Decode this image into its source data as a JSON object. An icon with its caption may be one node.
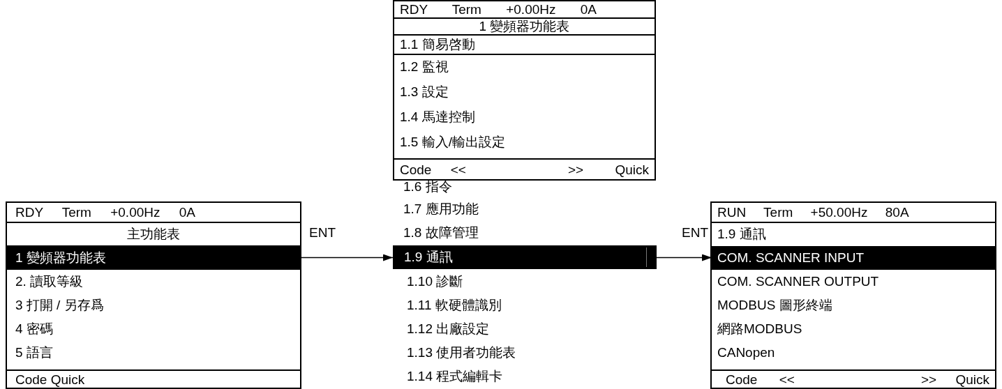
{
  "diagram": {
    "nodes": [
      {
        "text": [
          "RDY Term +0.00Hz 0A",
          "主功能表",
          "2. 讀取等級",
          "3 打開 / 另存爲",
          "4 密碼",
          "5 語言",
          "Code Quick"
        ]
      },
      {
        "text": [
          "1 變頻器功能表"
        ],
        "in": 0
      },
      {
        "text": [
          "RDY Term +0.00Hz 0A",
          "1 變頻器功能表",
          "1.1 簡易啓動",
          "1.2 監視",
          "1.3 設定",
          "1.4 馬達控制",
          "1.5 輸入/輸出設定",
          "Code <<",
          ">> Quick"
        ]
      },
      {
        "text": [
          "1.9 通訊"
        ]
      },
      {
        "text": [
          "RUN Term +50.00Hz 80A",
          "1.9 通訊",
          "COM. SCANNER OUTPUT",
          "MODBUS 圖形終端",
          "網路MODBUS",
          "CANopen",
          "Code <<",
          ">> Quick"
        ]
      },
      {
        "text": [
          "COM. SCANNER INPUT"
        ],
        "in": 4
      }
    ],
    "edges": [
      {
        "from": 1,
        "to": 3,
        "arrow": "to",
        "label": "ENT"
      },
      {
        "from": 3,
        "to": 5,
        "arrow": "to",
        "label": "ENT"
      }
    ],
    "labels": [
      "1.6 指令",
      "1.7 應用功能",
      "1.8 故障管理",
      "1.10 診斷",
      "1.11 軟硬體識別",
      "1.12 出廠設定",
      "1.13 使用者功能表",
      "1.14 程式編輯卡"
    ]
  }
}
